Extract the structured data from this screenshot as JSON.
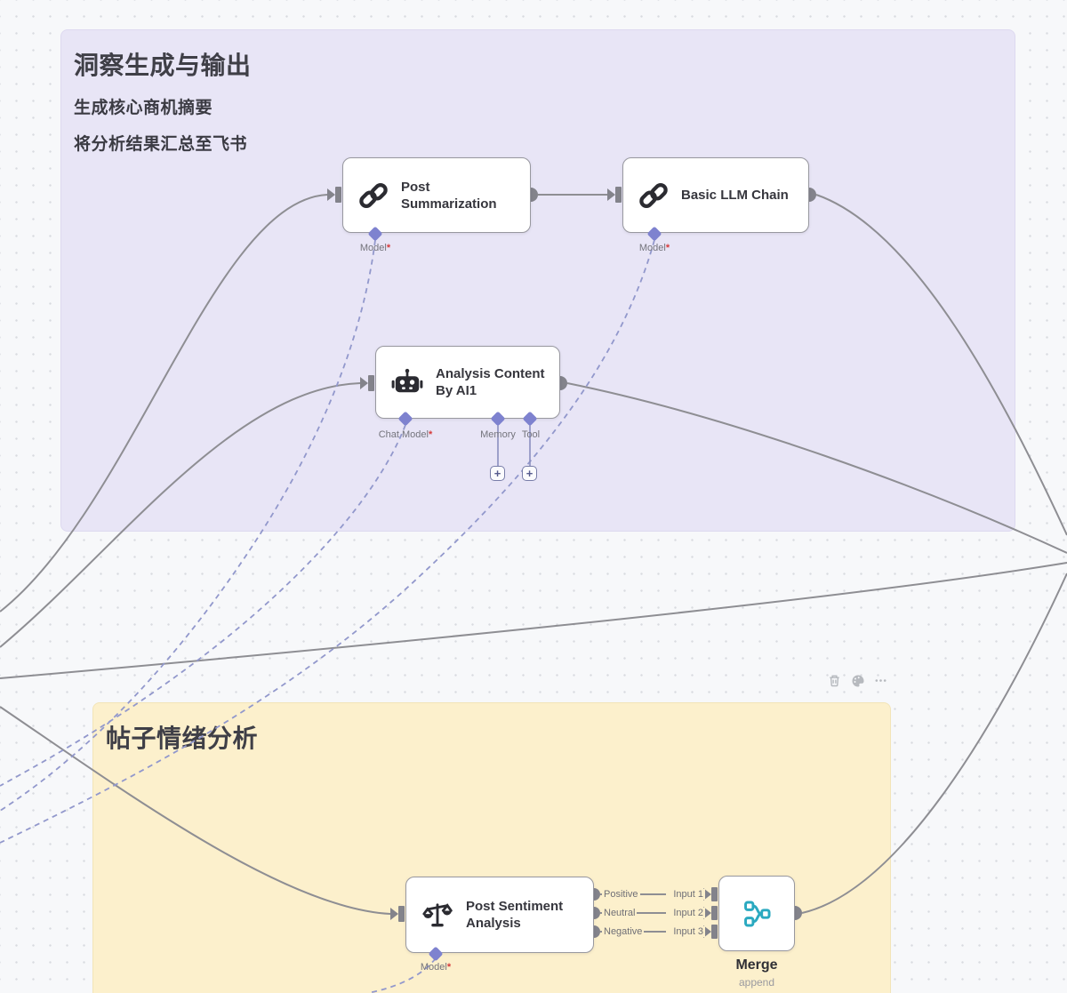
{
  "sticky_notes": {
    "insight": {
      "title": "洞察生成与输出",
      "body_line1": "生成核心商机摘要",
      "body_line2": "将分析结果汇总至飞书",
      "color": "#e8e5f6"
    },
    "sentiment": {
      "title": "帖子情绪分析",
      "color": "#fcf0cc"
    }
  },
  "sticky_toolbar": {
    "icons": [
      "trash",
      "palette",
      "more-options"
    ]
  },
  "nodes": {
    "post_summarization": {
      "title": "Post Summarization",
      "model_label": "Model",
      "required_mark": "*"
    },
    "basic_llm_chain": {
      "title": "Basic LLM Chain",
      "model_label": "Model",
      "required_mark": "*"
    },
    "analysis_content": {
      "title": "Analysis Content By AI1",
      "chat_model_label": "Chat Model",
      "required_mark": "*",
      "memory_label": "Memory",
      "tool_label": "Tool"
    },
    "post_sentiment": {
      "title": "Post Sentiment Analysis",
      "model_label": "Model",
      "required_mark": "*",
      "outputs": [
        "Positive",
        "Neutral",
        "Negative"
      ]
    },
    "merge": {
      "title": "Merge",
      "mode": "append",
      "inputs": [
        "Input 1",
        "Input 2",
        "Input 3"
      ]
    }
  },
  "ui": {
    "plus": "+"
  },
  "colors": {
    "background": "#f7f8fa",
    "connector": "#8e8e93",
    "dashed_connector": "#9298cc",
    "diamond": "#7e82cf",
    "required": "#d63b3b",
    "merge_icon": "#2aa9c0",
    "node_border": "#98989f",
    "sticky_purple": "#e8e5f6",
    "sticky_yellow": "#fcf0cc"
  }
}
